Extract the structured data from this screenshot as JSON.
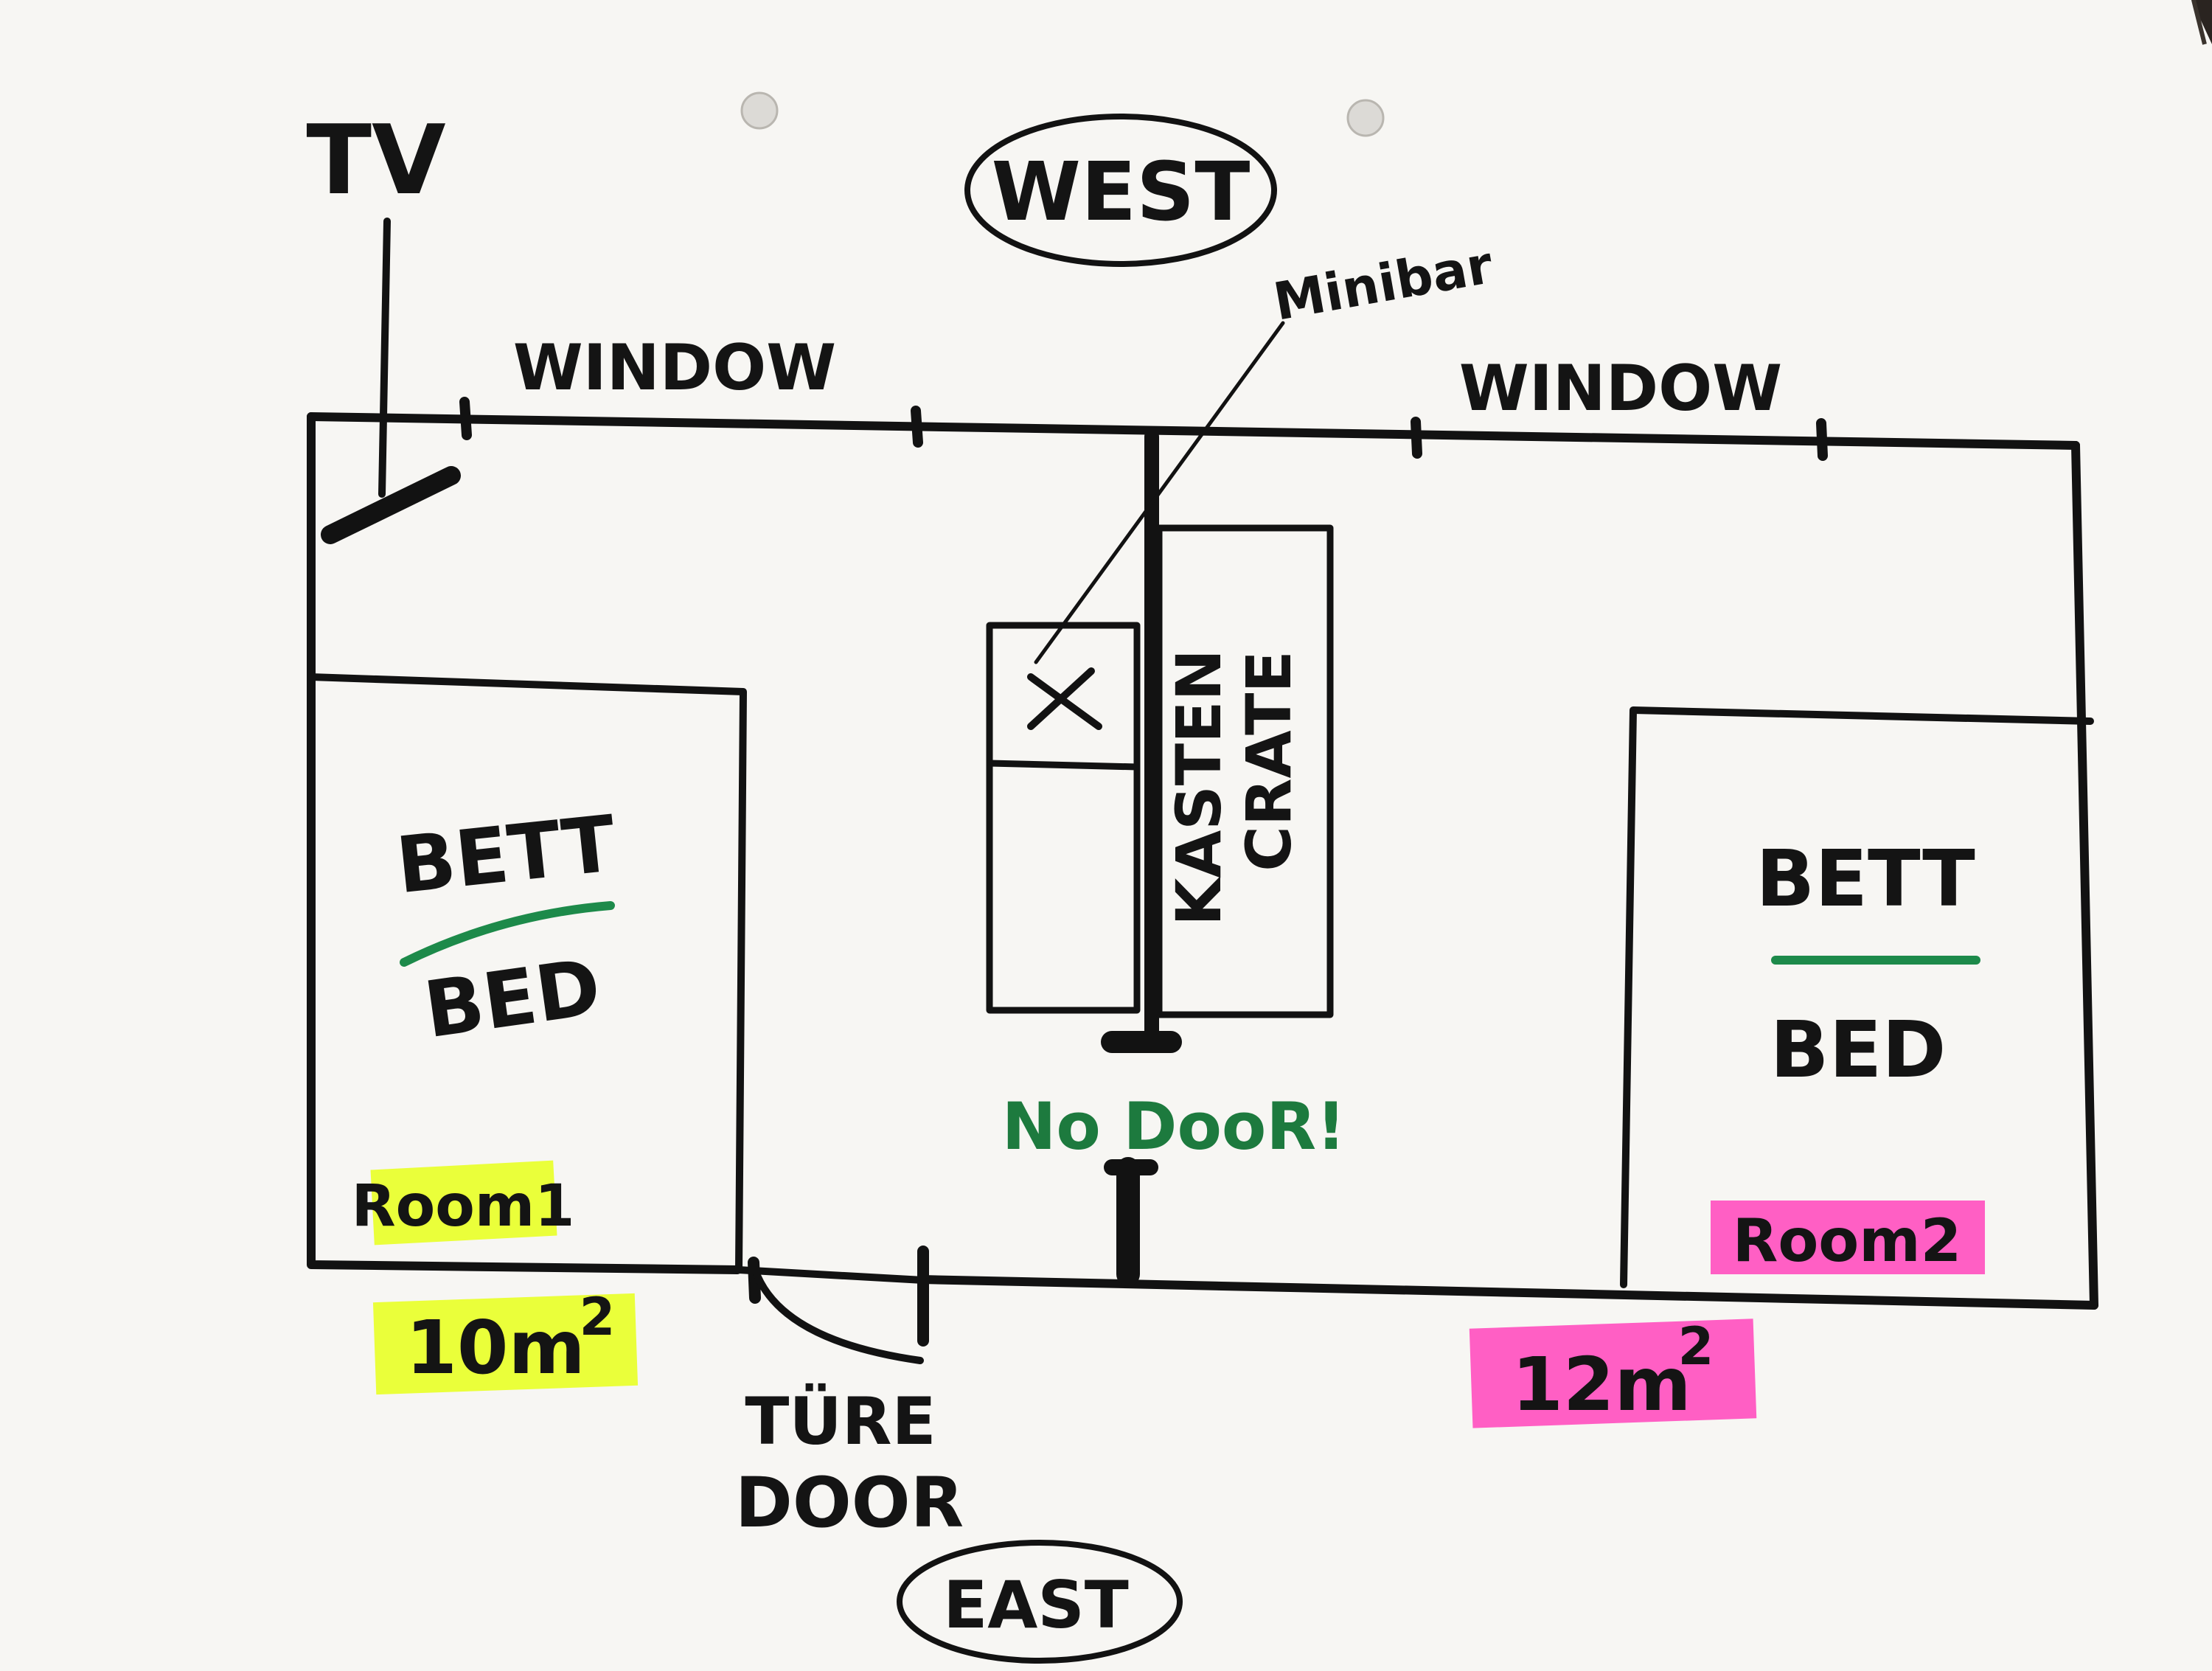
{
  "compass": {
    "top": "WEST",
    "bottom": "EAST"
  },
  "labels": {
    "tv": "TV",
    "window_left": "WINDOW",
    "window_right": "WINDOW",
    "minibar": "Minibar",
    "kasten": "KASTEN",
    "crate": "CRATE",
    "no_door": "No DooR!",
    "door_de": "TÜRE",
    "door_en": "DOOR"
  },
  "rooms": [
    {
      "name": "Room1",
      "bed_de": "BETT",
      "bed_en": "BED",
      "area_number": "10m",
      "area_exponent": "2",
      "highlight_color": "#eaff3a"
    },
    {
      "name": "Room2",
      "bed_de": "BETT",
      "bed_en": "BED",
      "area_number": "12m",
      "area_exponent": "2",
      "highlight_color": "#ff5fc4"
    }
  ],
  "colors": {
    "ink": "#121212",
    "divider_green": "#1d8a4a",
    "no_door_green": "#1d7a3e",
    "paper": "#f7f6f3",
    "table": "#2a2420"
  }
}
